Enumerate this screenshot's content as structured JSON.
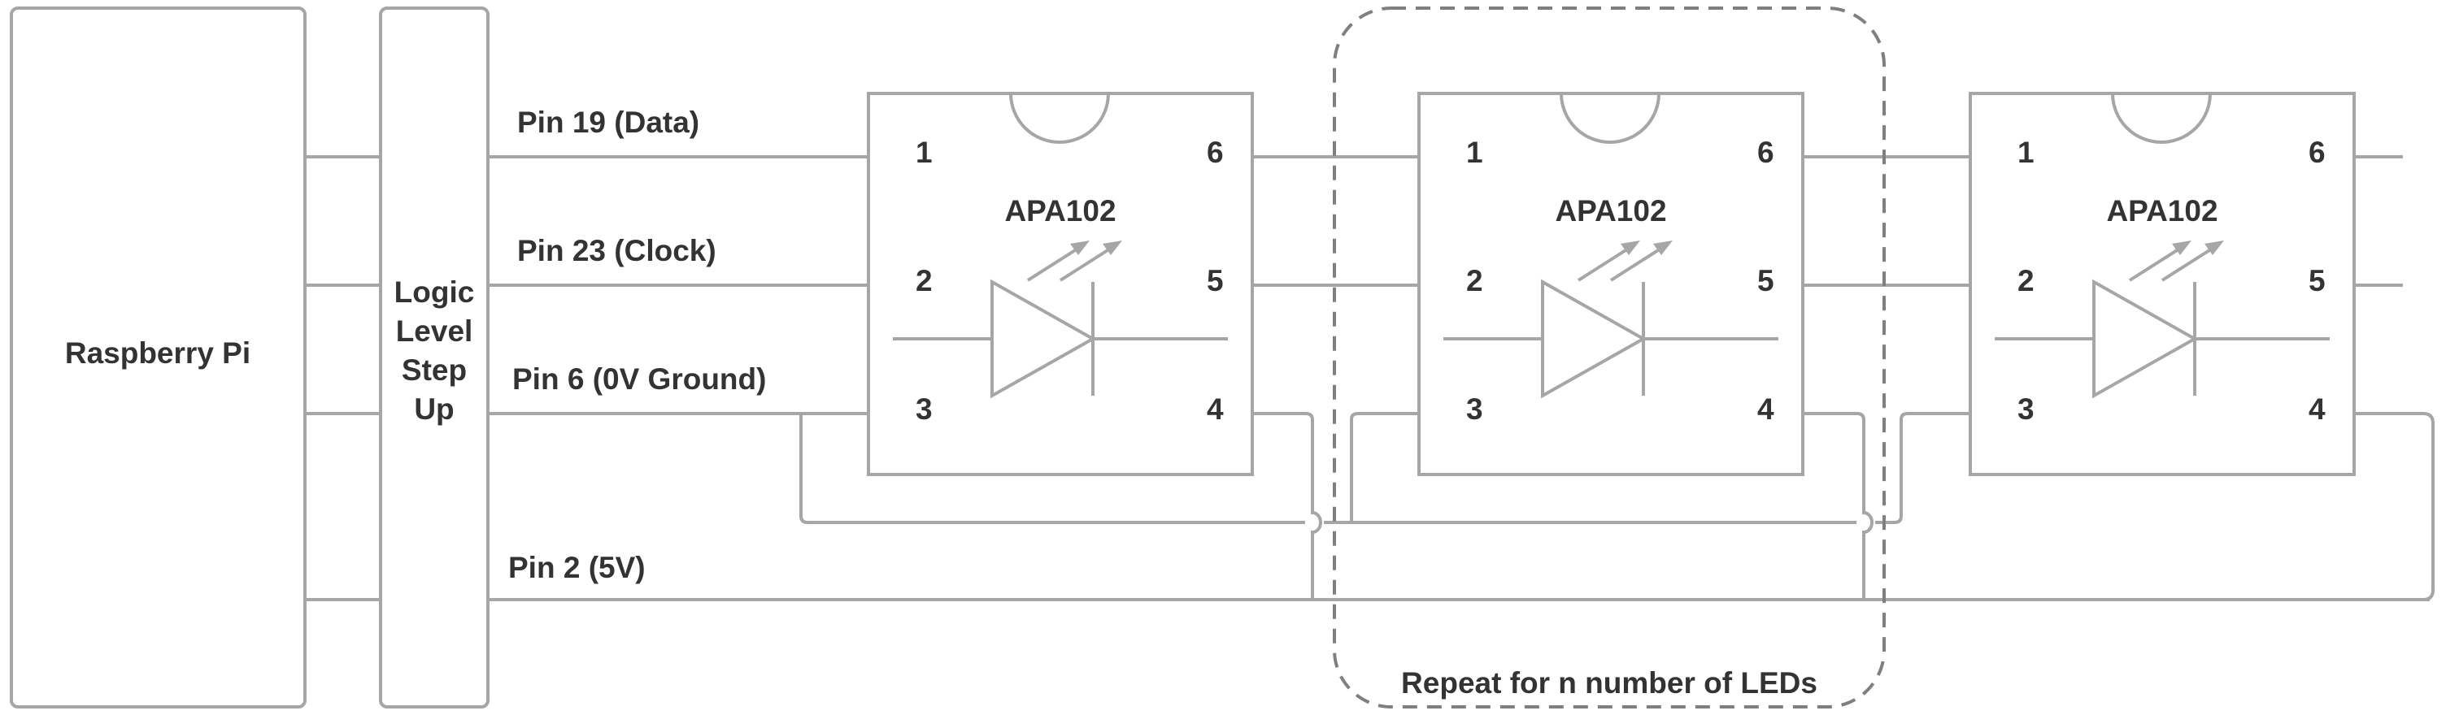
{
  "devices": {
    "pi_label": "Raspberry Pi",
    "level_shifter_lines": [
      "Logic",
      "Level",
      "Step",
      "Up"
    ]
  },
  "pins": {
    "data": "Pin 19 (Data)",
    "clock": "Pin 23 (Clock)",
    "ground": "Pin 6 (0V Ground)",
    "power": "Pin 2 (5V)"
  },
  "chips": [
    {
      "name": "APA102",
      "pins": [
        "1",
        "2",
        "3",
        "4",
        "5",
        "6"
      ]
    },
    {
      "name": "APA102",
      "pins": [
        "1",
        "2",
        "3",
        "4",
        "5",
        "6"
      ]
    },
    {
      "name": "APA102",
      "pins": [
        "1",
        "2",
        "3",
        "4",
        "5",
        "6"
      ]
    }
  ],
  "repeat_label": "Repeat for n number of LEDs",
  "colors": {
    "wire": "#a6a6a6",
    "text": "#333333",
    "dashed_border": "#7f7f7f"
  }
}
